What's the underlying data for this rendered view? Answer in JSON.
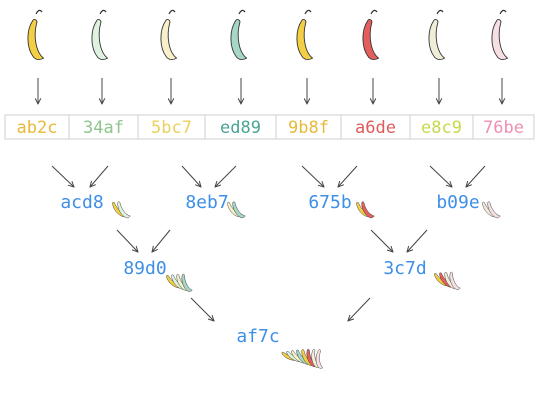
{
  "leaves": [
    {
      "hash": "ab2c",
      "text_color": "#e8b93a",
      "banana_color": "#f2cf45"
    },
    {
      "hash": "34af",
      "text_color": "#8fc48f",
      "banana_color": "#dff2e0"
    },
    {
      "hash": "5bc7",
      "text_color": "#ead05e",
      "banana_color": "#f7f0c8"
    },
    {
      "hash": "ed89",
      "text_color": "#4aa394",
      "banana_color": "#a6d6c6"
    },
    {
      "hash": "9b8f",
      "text_color": "#e8b93a",
      "banana_color": "#f2cf45"
    },
    {
      "hash": "a6de",
      "text_color": "#e05b5b",
      "banana_color": "#e45e5e"
    },
    {
      "hash": "e8c9",
      "text_color": "#c9d84a",
      "banana_color": "#efedd7"
    },
    {
      "hash": "76be",
      "text_color": "#ee8fb5",
      "banana_color": "#f6dfe2"
    }
  ],
  "level1": [
    {
      "hash": "acd8"
    },
    {
      "hash": "8eb7"
    },
    {
      "hash": "675b"
    },
    {
      "hash": "b09e"
    }
  ],
  "level2": [
    {
      "hash": "89d0"
    },
    {
      "hash": "3c7d"
    }
  ],
  "root": {
    "hash": "af7c"
  }
}
